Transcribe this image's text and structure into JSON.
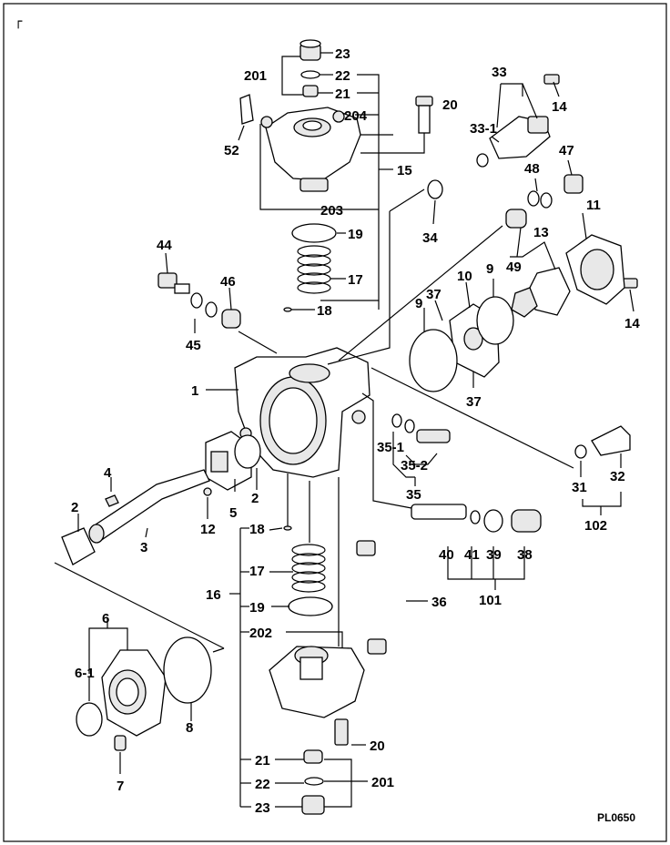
{
  "diagram": {
    "corner_mark": "┌",
    "reference_code": "PL0650",
    "labels": {
      "l1": "1",
      "l2a": "2",
      "l2b": "2",
      "l3": "3",
      "l4": "4",
      "l5": "5",
      "l6": "6",
      "l6_1": "6-1",
      "l7": "7",
      "l8": "8",
      "l9a": "9",
      "l9b": "9",
      "l10": "10",
      "l11": "11",
      "l12": "12",
      "l13": "13",
      "l14a": "14",
      "l14b": "14",
      "l15": "15",
      "l16": "16",
      "l17a": "17",
      "l17b": "17",
      "l18a": "18",
      "l18b": "18",
      "l19a": "19",
      "l19b": "19",
      "l20a": "20",
      "l20b": "20",
      "l21a": "21",
      "l21b": "21",
      "l22a": "22",
      "l22b": "22",
      "l23a": "23",
      "l23b": "23",
      "l31": "31",
      "l32": "32",
      "l33": "33",
      "l33_1": "33-1",
      "l34": "34",
      "l35": "35",
      "l35_1": "35-1",
      "l35_2": "35-2",
      "l36": "36",
      "l37a": "37",
      "l37b": "37",
      "l38": "38",
      "l39": "39",
      "l40": "40",
      "l41": "41",
      "l44": "44",
      "l45": "45",
      "l46": "46",
      "l47": "47",
      "l48": "48",
      "l49": "49",
      "l52": "52",
      "l101": "101",
      "l102": "102",
      "l201a": "201",
      "l201b": "201",
      "l202": "202",
      "l203": "203",
      "l204": "204"
    }
  }
}
